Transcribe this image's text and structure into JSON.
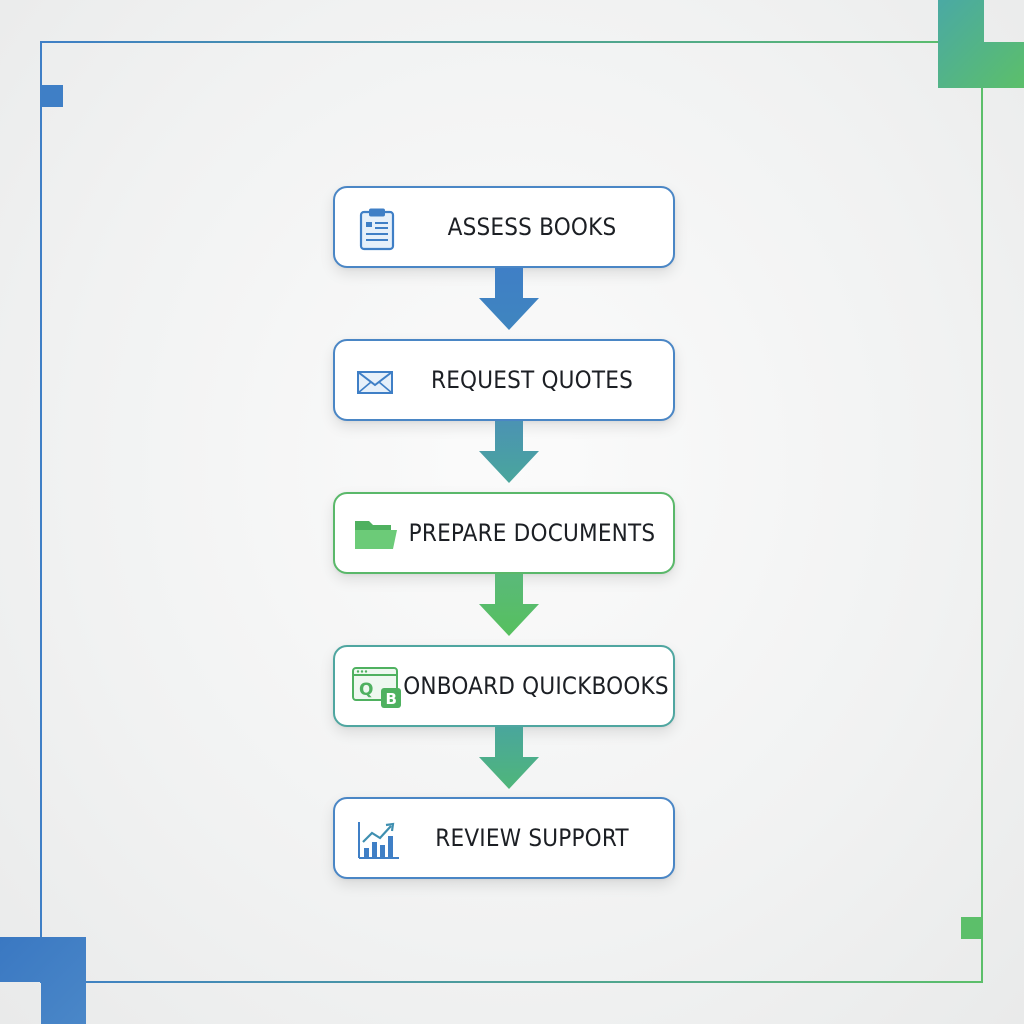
{
  "steps": [
    {
      "label": "ASSESS BOOKS",
      "icon": "clipboard-icon"
    },
    {
      "label": "REQUEST QUOTES",
      "icon": "envelope-icon"
    },
    {
      "label": "PREPARE DOCUMENTS",
      "icon": "folder-icon"
    },
    {
      "label": "ONBOARD QUICKBOOKS",
      "icon": "quickbooks-window-icon",
      "icon_letters": [
        "Q",
        "B"
      ]
    },
    {
      "label": "REVIEW SUPPORT",
      "icon": "growth-chart-icon"
    }
  ],
  "colors": {
    "blue": "#3f7fc6",
    "teal": "#4aa3a0",
    "green": "#5cbf6a"
  }
}
